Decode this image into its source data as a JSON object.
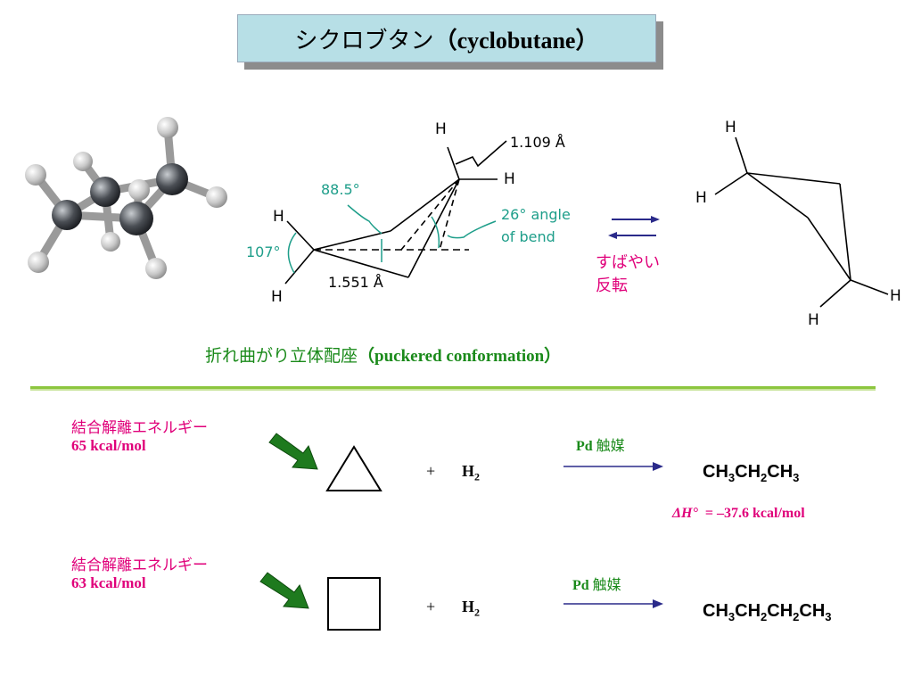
{
  "title": {
    "jp": "シクロブタン",
    "en": "（cyclobutane）"
  },
  "diagram": {
    "labels": {
      "h_top": "H",
      "h_right": "H",
      "h_left": "H",
      "h_bottom": "H",
      "bond_length_ch": "1.109 Å",
      "angle_ring": "88.5°",
      "angle_hch": "107°",
      "bend_line1": "26° angle",
      "bend_line2": "of bend",
      "bond_length_cc": "1.551 Å"
    },
    "flip": {
      "line1": "すばやい",
      "line2": "反転"
    },
    "right_h": {
      "top": "H",
      "left": "H",
      "right": "H",
      "bottom": "H"
    }
  },
  "conformation_caption": {
    "jp": "折れ曲がり立体配座",
    "en": "（puckered conformation）"
  },
  "colors": {
    "title_bg": "#b7dfe6",
    "accent_green": "#1a8a1a",
    "pink": "#e0007a",
    "divider": "#8cc63f",
    "arrow_blue": "#2a2a8a",
    "diagram_teal": "#1e9e8a"
  },
  "reactions": [
    {
      "energy_jp": "結合解離エネルギー",
      "energy_val": "65 kcal/mol",
      "shape": "triangle",
      "plus": "+",
      "reagent_main": "H",
      "reagent_sub": "2",
      "catalyst_en": "Pd",
      "catalyst_jp": "触媒",
      "product": [
        "CH",
        "3",
        "CH",
        "2",
        "CH",
        "3"
      ],
      "dh_symbol": "ΔH°",
      "dh_value": "= –37.6 kcal/mol"
    },
    {
      "energy_jp": "結合解離エネルギー",
      "energy_val": "63 kcal/mol",
      "shape": "square",
      "plus": "+",
      "reagent_main": "H",
      "reagent_sub": "2",
      "catalyst_en": "Pd",
      "catalyst_jp": "触媒",
      "product": [
        "CH",
        "3",
        "CH",
        "2",
        "CH",
        "2",
        "CH",
        "3"
      ]
    }
  ]
}
